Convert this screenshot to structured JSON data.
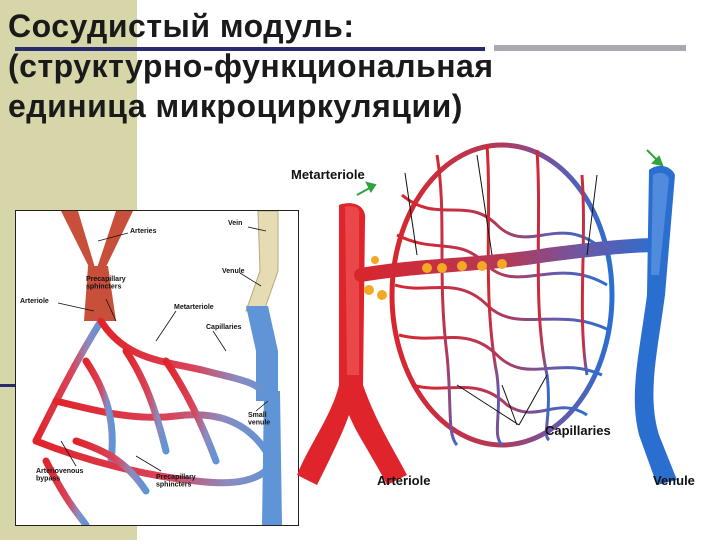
{
  "slide": {
    "title": "Сосудистый модуль:\n(структурно-функциональная\nединица микроциркуляции)"
  },
  "diagram_left": {
    "labels": {
      "arteries": "Arteries",
      "vein": "Vein",
      "venule": "Venule",
      "precapillary_sphincters_top": "Precapillary\nsphincters",
      "metarteriole": "Metarteriole",
      "arteriole": "Arteriole",
      "capillaries": "Capillaries",
      "small_venule": "Small\nvenule",
      "arteriovenous_bypass": "Arteriovenous\nbypass",
      "precapillary_sphincters_bottom": "Precapillary\nsphincters"
    }
  },
  "diagram_right": {
    "labels": {
      "metarteriole": "Metarteriole",
      "capillaries": "Capillaries",
      "arteriole": "Arteriole",
      "venule": "Venule"
    }
  },
  "colors": {
    "artery_red": "#e0242b",
    "vein_blue": "#2a6fd0",
    "sphincter_orange": "#f4a823",
    "background_band": "#d6d6a8",
    "rule": "#2a2a6e"
  }
}
